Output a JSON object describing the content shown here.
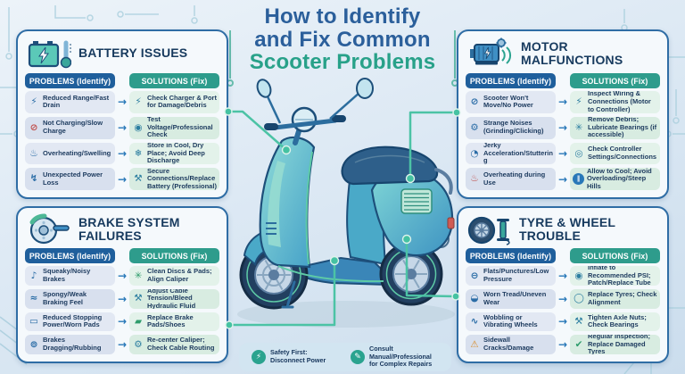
{
  "title": {
    "line1": "How to Identify",
    "line2": "and Fix Common",
    "line3": "Scooter Problems"
  },
  "arrow_glyph": "→",
  "colors": {
    "title_blue": "#2b5f9b",
    "title_green": "#28a189",
    "problems_header_bg": "#1f5f9c",
    "solutions_header_bg": "#2e9c8c",
    "panel_border": "#2f6da5",
    "connector_green": "#4cc3a5",
    "background": "#dde9f4"
  },
  "panels": [
    {
      "id": "battery",
      "title": "BATTERY ISSUES",
      "icon": "battery-thermometer-icon",
      "problems_header": "PROBLEMS (Identify)",
      "solutions_header": "SOLUTIONS (Fix)",
      "rows": [
        {
          "problem": {
            "icon": "battery-drain-icon",
            "glyph": "⚡",
            "text": "Reduced Range/Fast Drain"
          },
          "solution": {
            "icon": "charger-port-icon",
            "glyph": "⚡",
            "text": "Check Charger & Port for Damage/Debris"
          }
        },
        {
          "problem": {
            "icon": "no-charge-plug-icon",
            "glyph": "⊘",
            "text": "Not Charging/Slow Charge"
          },
          "solution": {
            "icon": "voltmeter-icon",
            "glyph": "◉",
            "text": "Test Voltage/Professional Check"
          }
        },
        {
          "problem": {
            "icon": "overheating-icon",
            "glyph": "♨",
            "text": "Overheating/Swelling"
          },
          "solution": {
            "icon": "snowflake-icon",
            "glyph": "❄",
            "text": "Store in Cool, Dry Place; Avoid Deep Discharge"
          }
        },
        {
          "problem": {
            "icon": "power-loss-icon",
            "glyph": "↯",
            "text": "Unexpected Power Loss"
          },
          "solution": {
            "icon": "tools-icon",
            "glyph": "⚒",
            "text": "Secure Connections/Replace Battery (Professional)"
          }
        }
      ]
    },
    {
      "id": "motor",
      "title": "MOTOR MALFUNCTIONS",
      "icon": "motor-icon",
      "problems_header": "PROBLEMS (Identify)",
      "solutions_header": "SOLUTIONS (Fix)",
      "rows": [
        {
          "problem": {
            "icon": "motor-stalled-icon",
            "glyph": "⊘",
            "text": "Scooter Won't Move/No Power"
          },
          "solution": {
            "icon": "wiring-connector-icon",
            "glyph": "⚡",
            "text": "Inspect Wiring & Connections (Motor to Controller)"
          }
        },
        {
          "problem": {
            "icon": "grinding-gear-icon",
            "glyph": "⚙",
            "text": "Strange Noises (Grinding/Clicking)"
          },
          "solution": {
            "icon": "cleaning-brush-icon",
            "glyph": "✳",
            "text": "Remove Debris; Lubricate Bearings (if accessible)"
          }
        },
        {
          "problem": {
            "icon": "throttle-gauge-icon",
            "glyph": "◔",
            "text": "Jerky Acceleration/Stuttering"
          },
          "solution": {
            "icon": "controller-icon",
            "glyph": "◎",
            "text": "Check Controller Settings/Connections"
          }
        },
        {
          "problem": {
            "icon": "motor-overheat-icon",
            "glyph": "♨",
            "text": "Overheating during Use"
          },
          "solution": {
            "icon": "pause-icon",
            "glyph": "‖",
            "text": "Allow to Cool; Avoid Overloading/Steep Hills"
          }
        }
      ]
    },
    {
      "id": "brake",
      "title": "BRAKE SYSTEM FAILURES",
      "icon": "brake-disc-icon",
      "problems_header": "PROBLEMS (Identify)",
      "solutions_header": "SOLUTIONS (Fix)",
      "rows": [
        {
          "problem": {
            "icon": "noisy-speaker-icon",
            "glyph": "♪",
            "text": "Squeaky/Noisy Brakes"
          },
          "solution": {
            "icon": "cleaning-pad-icon",
            "glyph": "✳",
            "text": "Clean Discs & Pads; Align Caliper"
          }
        },
        {
          "problem": {
            "icon": "brake-lever-icon",
            "glyph": "≈",
            "text": "Spongy/Weak Braking Feel"
          },
          "solution": {
            "icon": "cable-tools-icon",
            "glyph": "⚒",
            "text": "Adjust Cable Tension/Bleed Hydraulic Fluid"
          }
        },
        {
          "problem": {
            "icon": "worn-pad-icon",
            "glyph": "▭",
            "text": "Reduced Stopping Power/Worn Pads"
          },
          "solution": {
            "icon": "brake-pad-icon",
            "glyph": "▰",
            "text": "Replace Brake Pads/Shoes"
          }
        },
        {
          "problem": {
            "icon": "dragging-wheel-icon",
            "glyph": "⊚",
            "text": "Brakes Dragging/Rubbing"
          },
          "solution": {
            "icon": "caliper-gear-icon",
            "glyph": "⚙",
            "text": "Re-center Caliper; Check Cable Routing"
          }
        }
      ]
    },
    {
      "id": "tyre",
      "title": "TYRE & WHEEL TROUBLE",
      "icon": "tyre-pump-icon",
      "problems_header": "PROBLEMS (Identify)",
      "solutions_header": "SOLUTIONS (Fix)",
      "rows": [
        {
          "problem": {
            "icon": "flat-tire-icon",
            "glyph": "⊖",
            "text": "Flats/Punctures/Low Pressure"
          },
          "solution": {
            "icon": "pressure-gauge-icon",
            "glyph": "◉",
            "text": "Inflate to Recommended PSI; Patch/Replace Tube"
          }
        },
        {
          "problem": {
            "icon": "worn-tread-icon",
            "glyph": "◒",
            "text": "Worn Tread/Uneven Wear"
          },
          "solution": {
            "icon": "new-tyre-icon",
            "glyph": "◯",
            "text": "Replace Tyres; Check Alignment"
          }
        },
        {
          "problem": {
            "icon": "wobble-icon",
            "glyph": "∿",
            "text": "Wobbling or Vibrating Wheels"
          },
          "solution": {
            "icon": "axle-tools-icon",
            "glyph": "⚒",
            "text": "Tighten Axle Nuts; Check Bearings"
          }
        },
        {
          "problem": {
            "icon": "cracked-sidewall-icon",
            "glyph": "⚠",
            "text": "Sidewall Cracks/Damage"
          },
          "solution": {
            "icon": "inspection-check-icon",
            "glyph": "✔",
            "text": "Regular Inspection; Replace Damaged Tyres"
          }
        }
      ]
    }
  ],
  "footer": {
    "notes": [
      {
        "icon": "lightning-icon",
        "glyph": "⚡",
        "text": "Safety First: Disconnect Power"
      },
      {
        "icon": "manual-icon",
        "glyph": "✎",
        "text": "Consult Manual/Professional for Complex Repairs"
      }
    ]
  }
}
